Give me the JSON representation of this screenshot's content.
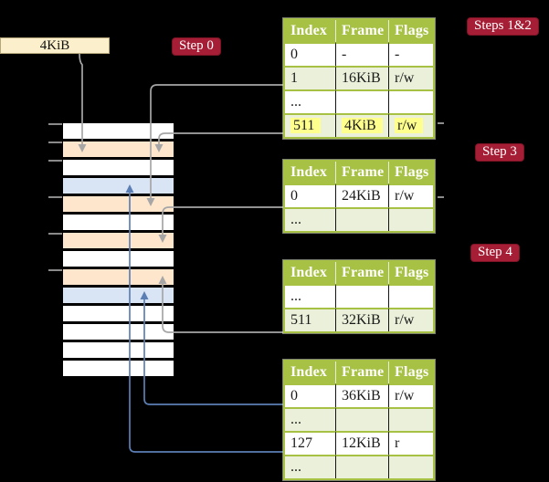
{
  "labels": {
    "root_pointer": "4KiB",
    "step0": "Step 0",
    "steps12": "Steps 1&2",
    "step3": "Step 3",
    "step4": "Step 4"
  },
  "colors": {
    "background": "#000000",
    "table_header_green": "#a6c143",
    "table_alt_row_green": "#eaf0da",
    "highlight_yellow": "#ffff8e",
    "badge_red": "#a51e35",
    "memory_frame_white": "#ffffff",
    "memory_pagetable_orange": "#fde6cc",
    "memory_data_blue": "#d9e4f5",
    "connector_gray": "#a6a6a6",
    "connector_blue": "#5b7fb4",
    "root_box_cream": "#fcf0cc"
  },
  "tables": [
    {
      "name": "page-table-steps-1-2",
      "headers": [
        "Index",
        "Frame",
        "Flags"
      ],
      "rows": [
        {
          "cells": [
            "0",
            "-",
            "-"
          ],
          "alt": false,
          "highlight": false
        },
        {
          "cells": [
            "1",
            "16KiB",
            "r/w"
          ],
          "alt": true,
          "highlight": false
        },
        {
          "cells": [
            "...",
            "",
            ""
          ],
          "alt": false,
          "highlight": false
        },
        {
          "cells": [
            "511",
            "4KiB",
            "r/w"
          ],
          "alt": true,
          "highlight": true
        }
      ]
    },
    {
      "name": "page-table-step-3",
      "headers": [
        "Index",
        "Frame",
        "Flags"
      ],
      "rows": [
        {
          "cells": [
            "0",
            "24KiB",
            "r/w"
          ],
          "alt": false,
          "highlight": false
        },
        {
          "cells": [
            "...",
            "",
            ""
          ],
          "alt": true,
          "highlight": false
        }
      ]
    },
    {
      "name": "page-table-step-4",
      "headers": [
        "Index",
        "Frame",
        "Flags"
      ],
      "rows": [
        {
          "cells": [
            "...",
            "",
            ""
          ],
          "alt": false,
          "highlight": false
        },
        {
          "cells": [
            "511",
            "32KiB",
            "r/w"
          ],
          "alt": true,
          "highlight": false
        }
      ]
    },
    {
      "name": "page-table-final",
      "headers": [
        "Index",
        "Frame",
        "Flags"
      ],
      "rows": [
        {
          "cells": [
            "0",
            "36KiB",
            "r/w"
          ],
          "alt": false,
          "highlight": false
        },
        {
          "cells": [
            "...",
            "",
            ""
          ],
          "alt": true,
          "highlight": false
        },
        {
          "cells": [
            "127",
            "12KiB",
            "r"
          ],
          "alt": false,
          "highlight": false
        },
        {
          "cells": [
            "...",
            "",
            ""
          ],
          "alt": true,
          "highlight": false
        }
      ]
    }
  ],
  "memory": {
    "rows": [
      "white",
      "orange",
      "white",
      "blue",
      "orange",
      "white",
      "orange",
      "white",
      "orange",
      "blue",
      "white",
      "white",
      "white",
      "white"
    ]
  },
  "connectors": [
    {
      "id": "root-to-4kib-frame",
      "color": "gray",
      "desc": "4KiB box down to orange frame row 2"
    },
    {
      "id": "entry1-to-16kib",
      "color": "gray",
      "desc": "table1 row 1 to orange frame row 5"
    },
    {
      "id": "entry511-to-4kib",
      "color": "gray",
      "desc": "table1 row 511 back to orange frame row 2"
    },
    {
      "id": "entry0-to-24kib",
      "color": "gray",
      "desc": "table2 row 0 to orange frame row 7"
    },
    {
      "id": "entry511-to-32kib",
      "color": "gray",
      "desc": "table3 row 511 up to orange frame row 9"
    },
    {
      "id": "entry0-to-36kib",
      "color": "blue",
      "desc": "table4 row 0 up to blue frame row 10"
    },
    {
      "id": "entry127-to-12kib",
      "color": "blue",
      "desc": "table4 row 127 up to blue frame row 4"
    }
  ]
}
